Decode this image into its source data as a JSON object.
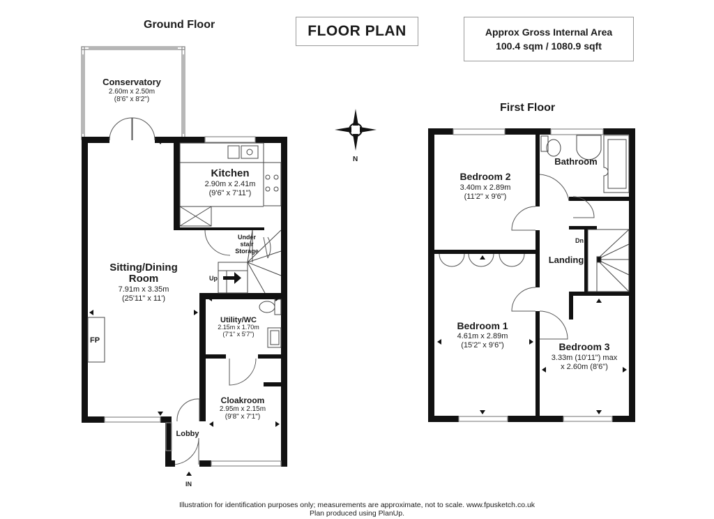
{
  "title": "FLOOR PLAN",
  "area": {
    "line1": "Approx Gross Internal Area",
    "line2": "100.4 sqm / 1080.9 sqft"
  },
  "ground_floor": {
    "heading": "Ground Floor",
    "conservatory": {
      "name": "Conservatory",
      "dim_m": "2.60m x 2.50m",
      "dim_ft": "(8'6\" x 8'2\")"
    },
    "kitchen": {
      "name": "Kitchen",
      "dim_m": "2.90m x 2.41m",
      "dim_ft": "(9'6\" x 7'11\")"
    },
    "under_stair": {
      "line1": "Under",
      "line2": "stair",
      "line3": "Storage"
    },
    "sitting": {
      "name1": "Sitting/Dining",
      "name2": "Room",
      "dim_m": "7.91m x 3.35m",
      "dim_ft": "(25'11\" x 11')"
    },
    "utility": {
      "name": "Utility/WC",
      "dim_m": "2.15m x 1.70m",
      "dim_ft": "(7'1\" x 5'7\")"
    },
    "cloakroom": {
      "name": "Cloakroom",
      "dim_m": "2.95m x 2.15m",
      "dim_ft": "(9'8\" x 7'1\")"
    },
    "lobby": {
      "name": "Lobby"
    },
    "fireplace": "FP",
    "up": "Up",
    "entrance": "IN"
  },
  "first_floor": {
    "heading": "First Floor",
    "bedroom2": {
      "name": "Bedroom 2",
      "dim_m": "3.40m x 2.89m",
      "dim_ft": "(11'2\" x 9'6\")"
    },
    "bathroom": {
      "name": "Bathroom"
    },
    "landing": {
      "name": "Landing"
    },
    "down": "Dn",
    "bedroom1": {
      "name": "Bedroom 1",
      "dim_m": "4.61m x 2.89m",
      "dim_ft": "(15'2\" x 9'6\")"
    },
    "bedroom3": {
      "name": "Bedroom 3",
      "dim_line1": "3.33m (10'11\") max",
      "dim_line2": "x 2.60m (8'6\")"
    }
  },
  "compass": {
    "north": "N"
  },
  "footer": {
    "line1": "Illustration for identification purposes only; measurements are approximate, not to scale. www.fpusketch.co.uk",
    "line2": "Plan produced using PlanUp."
  },
  "colors": {
    "wall": "#111111",
    "thin_line": "#555555",
    "window": "#888888"
  }
}
